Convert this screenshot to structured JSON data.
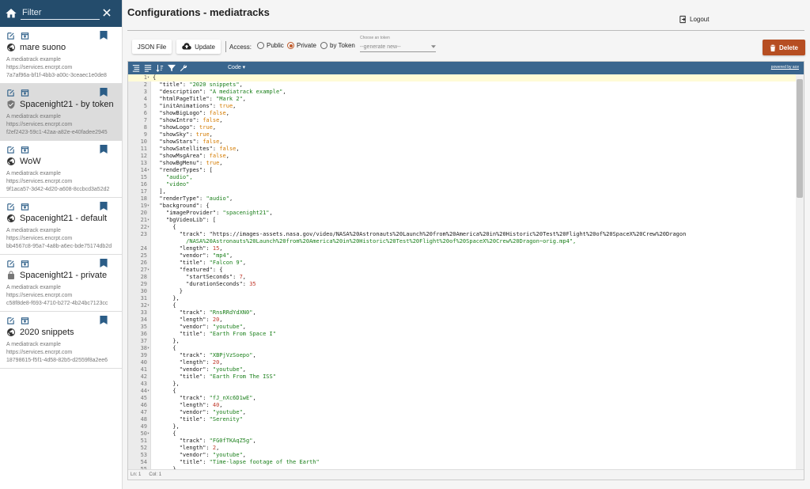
{
  "sidebar": {
    "filter_placeholder": "Filter",
    "items": [
      {
        "name": "mare suono",
        "desc": "A mediatrack example",
        "url": "https://services.encrpt.com",
        "id": "7a7af96a-bf1f-4bb3-a00c-3ceaec1e0de8",
        "icon": "globe-icon",
        "selected": false
      },
      {
        "name": "Spacenight21 - by token",
        "desc": "A mediatrack example",
        "url": "https://services.encrpt.com",
        "id": "f2ef2423-59c1-42aa-a82e-e40fadee2945",
        "icon": "shield-icon",
        "selected": true
      },
      {
        "name": "WoW",
        "desc": "A mediatrack example",
        "url": "https://services.encrpt.com",
        "id": "9f1aca57-3d42-4d20-a608-8ccbcd3a52d2",
        "icon": "globe-icon",
        "selected": false
      },
      {
        "name": "Spacenight21 - default",
        "desc": "A mediatrack example",
        "url": "https://services.encrpt.com",
        "id": "bb4567c8-95a7-4a8b-a6ec-bde75174db2d",
        "icon": "globe-icon",
        "selected": false
      },
      {
        "name": "Spacenight21 - private",
        "desc": "A mediatrack example",
        "url": "https://services.encrpt.com",
        "id": "c58f8de8-f693-4710-b272-4b24bc7123cc",
        "icon": "lock-icon",
        "selected": false
      },
      {
        "name": "2020 snippets",
        "desc": "A mediatrack example",
        "url": "https://services.encrpt.com",
        "id": "18798615-f5f1-4d58-82b5-d2559f8a2ee6",
        "icon": "globe-icon",
        "selected": false
      }
    ]
  },
  "header": {
    "title": "Configurations - mediatracks",
    "logout_label": "Logout"
  },
  "toolbar": {
    "json_label": "JSON File",
    "update_label": "Update",
    "access_label": "Access:",
    "public_label": "Public",
    "private_label": "Private",
    "token_label": "by Token",
    "access_selected": "Private",
    "token_caption": "Choose an token",
    "token_placeholder": "--generate new--",
    "delete_label": "Delete",
    "delete_color": "#b64e22"
  },
  "editor": {
    "mode_label": "Code ▾",
    "powered_label": "powered by ace",
    "status_ln": "Ln: 1",
    "status_col": "Col: 1",
    "accent": "#3a668e",
    "lines": [
      {
        "n": "1",
        "f": "▾",
        "c": "{"
      },
      {
        "n": "2",
        "f": "",
        "c": "  \"title\": \"2020 snippets\","
      },
      {
        "n": "3",
        "f": "",
        "c": "  \"description\": \"A mediatrack example\","
      },
      {
        "n": "4",
        "f": "",
        "c": "  \"htmlPageTitle\": \"Mark 2\","
      },
      {
        "n": "5",
        "f": "",
        "c": "  \"initAnimations\": true,"
      },
      {
        "n": "6",
        "f": "",
        "c": "  \"showBigLogo\": false,"
      },
      {
        "n": "7",
        "f": "",
        "c": "  \"showIntro\": false,"
      },
      {
        "n": "8",
        "f": "",
        "c": "  \"showLogo\": true,"
      },
      {
        "n": "9",
        "f": "",
        "c": "  \"showSky\": true,"
      },
      {
        "n": "10",
        "f": "",
        "c": "  \"showStars\": false,"
      },
      {
        "n": "11",
        "f": "",
        "c": "  \"showSatellites\": false,"
      },
      {
        "n": "12",
        "f": "",
        "c": "  \"showMsgArea\": false,"
      },
      {
        "n": "13",
        "f": "",
        "c": "  \"showBgMenu\": true,"
      },
      {
        "n": "14",
        "f": "▾",
        "c": "  \"renderTypes\": ["
      },
      {
        "n": "15",
        "f": "",
        "c": "    \"audio\","
      },
      {
        "n": "16",
        "f": "",
        "c": "    \"video\""
      },
      {
        "n": "17",
        "f": "",
        "c": "  ],"
      },
      {
        "n": "18",
        "f": "",
        "c": "  \"renderType\": \"audio\","
      },
      {
        "n": "19",
        "f": "▾",
        "c": "  \"background\": {"
      },
      {
        "n": "20",
        "f": "",
        "c": "    \"imageProvider\": \"spacenight21\","
      },
      {
        "n": "21",
        "f": "▾",
        "c": "    \"bgVideoLib\": ["
      },
      {
        "n": "22",
        "f": "▾",
        "c": "      {"
      },
      {
        "n": "23",
        "f": "",
        "c": "        \"track\": \"https://images-assets.nasa.gov/video/NASA%20Astronauts%20Launch%20from%20America%20in%20Historic%20Test%20Flight%20of%20SpaceX%20Crew%20Dragon"
      },
      {
        "n": "",
        "f": "",
        "c": "          /NASA%20Astronauts%20Launch%20from%20America%20in%20Historic%20Test%20Flight%20of%20SpaceX%20Crew%20Dragon~orig.mp4\","
      },
      {
        "n": "24",
        "f": "",
        "c": "        \"length\": 15,"
      },
      {
        "n": "25",
        "f": "",
        "c": "        \"vendor\": \"mp4\","
      },
      {
        "n": "26",
        "f": "",
        "c": "        \"title\": \"Falcon 9\","
      },
      {
        "n": "27",
        "f": "▾",
        "c": "        \"featured\": {"
      },
      {
        "n": "28",
        "f": "",
        "c": "          \"startSeconds\": 7,"
      },
      {
        "n": "29",
        "f": "",
        "c": "          \"durationSeconds\": 35"
      },
      {
        "n": "30",
        "f": "",
        "c": "        }"
      },
      {
        "n": "31",
        "f": "",
        "c": "      },"
      },
      {
        "n": "32",
        "f": "▾",
        "c": "      {"
      },
      {
        "n": "33",
        "f": "",
        "c": "        \"track\": \"RnsRRdYdXN0\","
      },
      {
        "n": "34",
        "f": "",
        "c": "        \"length\": 20,"
      },
      {
        "n": "35",
        "f": "",
        "c": "        \"vendor\": \"youtube\","
      },
      {
        "n": "36",
        "f": "",
        "c": "        \"title\": \"Earth From Space I\""
      },
      {
        "n": "37",
        "f": "",
        "c": "      },"
      },
      {
        "n": "38",
        "f": "▾",
        "c": "      {"
      },
      {
        "n": "39",
        "f": "",
        "c": "        \"track\": \"XBPjVzSoepo\","
      },
      {
        "n": "40",
        "f": "",
        "c": "        \"length\": 20,"
      },
      {
        "n": "41",
        "f": "",
        "c": "        \"vendor\": \"youtube\","
      },
      {
        "n": "42",
        "f": "",
        "c": "        \"title\": \"Earth From The ISS\""
      },
      {
        "n": "43",
        "f": "",
        "c": "      },"
      },
      {
        "n": "44",
        "f": "▾",
        "c": "      {"
      },
      {
        "n": "45",
        "f": "",
        "c": "        \"track\": \"fJ_nXc6D1wE\","
      },
      {
        "n": "46",
        "f": "",
        "c": "        \"length\": 40,"
      },
      {
        "n": "47",
        "f": "",
        "c": "        \"vendor\": \"youtube\","
      },
      {
        "n": "48",
        "f": "",
        "c": "        \"title\": \"Serenity\""
      },
      {
        "n": "49",
        "f": "",
        "c": "      },"
      },
      {
        "n": "50",
        "f": "▾",
        "c": "      {"
      },
      {
        "n": "51",
        "f": "",
        "c": "        \"track\": \"FG0fTKAqZ5g\","
      },
      {
        "n": "52",
        "f": "",
        "c": "        \"length\": 2,"
      },
      {
        "n": "53",
        "f": "",
        "c": "        \"vendor\": \"youtube\","
      },
      {
        "n": "54",
        "f": "",
        "c": "        \"title\": \"Time-lapse footage of the Earth\""
      },
      {
        "n": "55",
        "f": "",
        "c": "      },"
      }
    ]
  }
}
